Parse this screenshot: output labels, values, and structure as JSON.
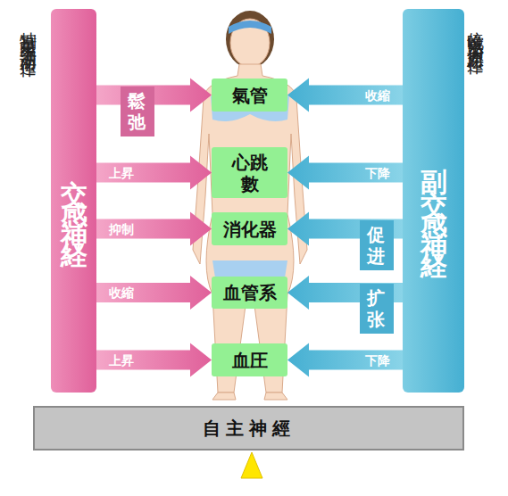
{
  "diagram": {
    "nodes": [
      {
        "text": [
          "交感神経"
        ]
      },
      {
        "text": [
          "氣管"
        ]
      },
      {
        "text": [
          "心跳數"
        ]
      },
      {
        "text": [
          "消化器"
        ]
      },
      {
        "text": [
          "血管系"
        ]
      },
      {
        "text": [
          "血圧"
        ]
      },
      {
        "text": [
          "副交感神経"
        ]
      },
      {
        "text": [
          "自主神經"
        ]
      }
    ],
    "edges": [
      {
        "from": 0,
        "to": 1,
        "label": "鬆弛",
        "arrow": "to"
      },
      {
        "from": 0,
        "to": 2,
        "label": "上昇",
        "arrow": "to"
      },
      {
        "from": 0,
        "to": 3,
        "label": "抑制",
        "arrow": "to"
      },
      {
        "from": 0,
        "to": 4,
        "label": "收縮",
        "arrow": "to"
      },
      {
        "from": 0,
        "to": 5,
        "label": "上昇",
        "arrow": "to"
      },
      {
        "from": 6,
        "to": 1,
        "label": "收縮",
        "arrow": "to"
      },
      {
        "from": 6,
        "to": 2,
        "label": "下降",
        "arrow": "to"
      },
      {
        "from": 6,
        "to": 3,
        "label": "促进",
        "arrow": "to"
      },
      {
        "from": 6,
        "to": 4,
        "label": "扩张",
        "arrow": "to"
      },
      {
        "from": 6,
        "to": 5,
        "label": "下降",
        "arrow": "to"
      }
    ],
    "labels": [
      "特别是白天为了活动而运作",
      "傍晚以后为了休息而运作"
    ]
  }
}
